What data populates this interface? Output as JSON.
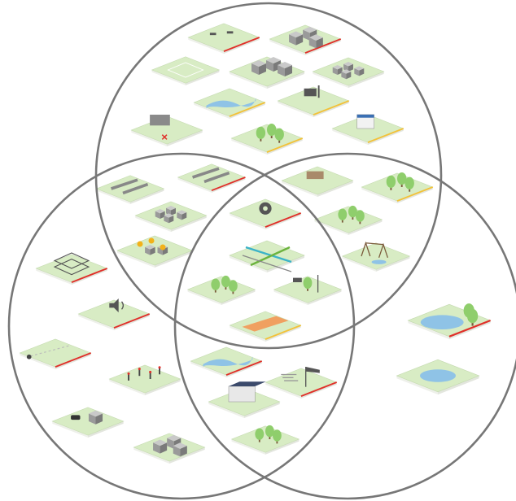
{
  "diagram": {
    "type": "venn",
    "sets": [
      {
        "id": "top"
      },
      {
        "id": "left"
      },
      {
        "id": "right"
      }
    ],
    "colors": {
      "tile": "#d8ecc4",
      "edge_red": "#e0302a",
      "edge_yellow": "#f2c23a",
      "outline": "#777777"
    },
    "tiles": [
      {
        "name": "tile-plaza-benches",
        "region": "top",
        "edge": "red",
        "icon": "benches"
      },
      {
        "name": "tile-city-buildings",
        "region": "top",
        "edge": "red",
        "icon": "buildings"
      },
      {
        "name": "tile-sports-field",
        "region": "top",
        "edge": "none",
        "icon": "field"
      },
      {
        "name": "tile-town-center",
        "region": "top",
        "edge": "none",
        "icon": "town"
      },
      {
        "name": "tile-houses-row",
        "region": "top",
        "edge": "none",
        "icon": "houses"
      },
      {
        "name": "tile-river-bridge",
        "region": "top",
        "edge": "yellow",
        "icon": "river"
      },
      {
        "name": "tile-bus-stop",
        "region": "top",
        "edge": "yellow",
        "icon": "billboard"
      },
      {
        "name": "tile-parking-wall",
        "region": "top",
        "edge": "none",
        "icon": "parking"
      },
      {
        "name": "tile-park-trees",
        "region": "top",
        "edge": "yellow",
        "icon": "trees"
      },
      {
        "name": "tile-shop-front",
        "region": "top",
        "edge": "yellow",
        "icon": "shop"
      },
      {
        "name": "tile-road-network",
        "region": "top-left",
        "edge": "none",
        "icon": "roads"
      },
      {
        "name": "tile-road-curve",
        "region": "top-left",
        "edge": "red",
        "icon": "roads"
      },
      {
        "name": "tile-two-houses",
        "region": "top-left",
        "edge": "none",
        "icon": "houses"
      },
      {
        "name": "tile-map-pins",
        "region": "top-left",
        "edge": "none",
        "icon": "pins"
      },
      {
        "name": "tile-caravan",
        "region": "top-right",
        "edge": "none",
        "icon": "caravan"
      },
      {
        "name": "tile-trees-small",
        "region": "top-right",
        "edge": "yellow",
        "icon": "trees"
      },
      {
        "name": "tile-forest",
        "region": "top-right",
        "edge": "none",
        "icon": "trees"
      },
      {
        "name": "tile-playground",
        "region": "top-right",
        "edge": "none",
        "icon": "playground"
      },
      {
        "name": "tile-gear-landmark",
        "region": "center",
        "edge": "red",
        "icon": "gear"
      },
      {
        "name": "tile-crossing-arrows",
        "region": "center",
        "edge": "none",
        "icon": "arrows"
      },
      {
        "name": "tile-park-path",
        "region": "center",
        "edge": "none",
        "icon": "trees"
      },
      {
        "name": "tile-sign-lamps",
        "region": "center",
        "edge": "none",
        "icon": "lamps"
      },
      {
        "name": "tile-track-runners",
        "region": "center",
        "edge": "yellow",
        "icon": "track"
      },
      {
        "name": "tile-fenced-pen",
        "region": "left",
        "edge": "red",
        "icon": "fence"
      },
      {
        "name": "tile-speaker",
        "region": "left",
        "edge": "red",
        "icon": "speaker"
      },
      {
        "name": "tile-dotted-path",
        "region": "left",
        "edge": "red",
        "icon": "path"
      },
      {
        "name": "tile-lights-row",
        "region": "left",
        "edge": "none",
        "icon": "lights"
      },
      {
        "name": "tile-car-house",
        "region": "left",
        "edge": "none",
        "icon": "car"
      },
      {
        "name": "tile-factory",
        "region": "left",
        "edge": "none",
        "icon": "buildings"
      },
      {
        "name": "tile-water-waves",
        "region": "left-right",
        "edge": "red",
        "icon": "water"
      },
      {
        "name": "tile-wind-sock",
        "region": "left-right",
        "edge": "red",
        "icon": "wind"
      },
      {
        "name": "tile-solar-building",
        "region": "left-right",
        "edge": "none",
        "icon": "solar"
      },
      {
        "name": "tile-trees-house",
        "region": "left-right",
        "edge": "none",
        "icon": "trees"
      },
      {
        "name": "tile-lake-birds",
        "region": "right",
        "edge": "red",
        "icon": "lake"
      },
      {
        "name": "tile-pond",
        "region": "right",
        "edge": "none",
        "icon": "pond"
      }
    ]
  }
}
